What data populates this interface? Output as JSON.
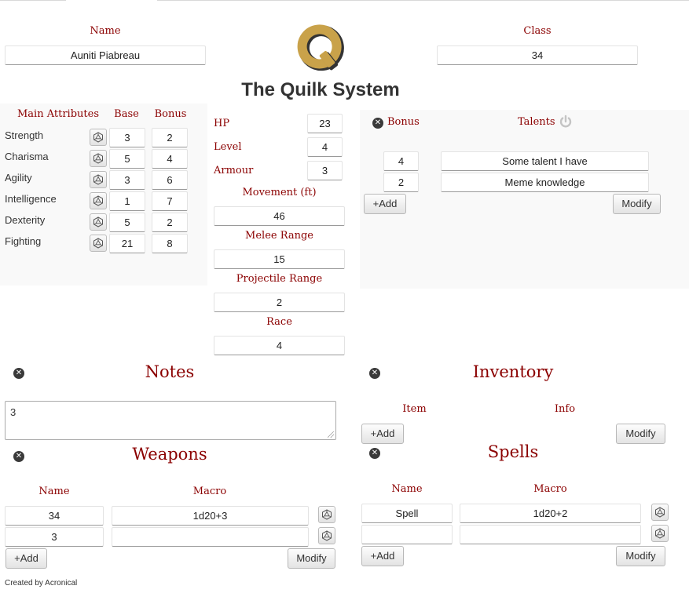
{
  "title": "The Quilk System",
  "logo": {
    "letter": "Q",
    "color": "#c9a24a"
  },
  "name": {
    "label": "Name",
    "value": "Auniti Piabreau"
  },
  "class_field": {
    "label": "Class",
    "value": "34"
  },
  "attributes": {
    "header": "Main Attributes",
    "base_header": "Base",
    "bonus_header": "Bonus",
    "rows": [
      {
        "name": "Strength",
        "base": "3",
        "bonus": "2"
      },
      {
        "name": "Charisma",
        "base": "5",
        "bonus": "4"
      },
      {
        "name": "Agility",
        "base": "3",
        "bonus": "6"
      },
      {
        "name": "Intelligence",
        "base": "1",
        "bonus": "7"
      },
      {
        "name": "Dexterity",
        "base": "5",
        "bonus": "2"
      },
      {
        "name": "Fighting",
        "base": "21",
        "bonus": "8"
      }
    ]
  },
  "stats": {
    "hp": {
      "label": "HP",
      "value": "23"
    },
    "level": {
      "label": "Level",
      "value": "4"
    },
    "armour": {
      "label": "Armour",
      "value": "3"
    },
    "movement": {
      "label": "Movement (ft)",
      "value": "46"
    },
    "melee": {
      "label": "Melee Range",
      "value": "15"
    },
    "projectile": {
      "label": "Projectile Range",
      "value": "2"
    },
    "race": {
      "label": "Race",
      "value": "4"
    }
  },
  "talents": {
    "bonus_label": "Bonus",
    "talents_label": "Talents",
    "rows": [
      {
        "bonus": "4",
        "talent": "Some talent I have"
      },
      {
        "bonus": "2",
        "talent": "Meme knowledge"
      }
    ],
    "add_label": "+Add",
    "modify_label": "Modify"
  },
  "notes": {
    "title": "Notes",
    "value": "3"
  },
  "inventory": {
    "title": "Inventory",
    "item_label": "Item",
    "info_label": "Info",
    "add_label": "+Add",
    "modify_label": "Modify"
  },
  "weapons": {
    "title": "Weapons",
    "name_label": "Name",
    "macro_label": "Macro",
    "rows": [
      {
        "name": "34",
        "macro": "1d20+3"
      },
      {
        "name": "3",
        "macro": ""
      }
    ],
    "add_label": "+Add",
    "modify_label": "Modify"
  },
  "spells": {
    "title": "Spells",
    "name_label": "Name",
    "macro_label": "Macro",
    "rows": [
      {
        "name": "Spell",
        "macro": "1d20+2"
      },
      {
        "name": "",
        "macro": ""
      }
    ],
    "add_label": "+Add",
    "modify_label": "Modify"
  },
  "footer": "Created by Acronical",
  "icons": {
    "dice": "d20-dice-icon",
    "remove": "close-circle-icon",
    "power": "power-icon"
  }
}
